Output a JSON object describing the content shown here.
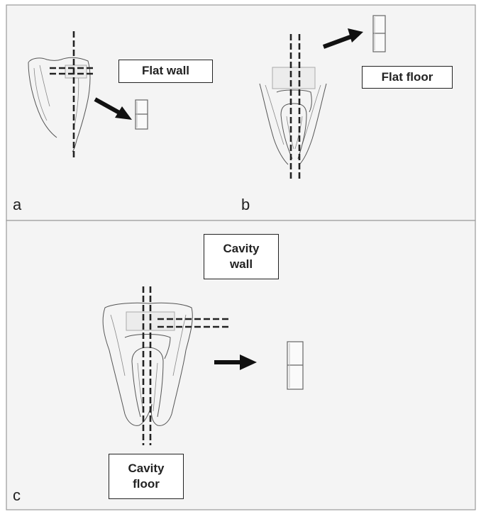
{
  "panels": {
    "a": {
      "letter": "a",
      "label": "Flat wall"
    },
    "b": {
      "letter": "b",
      "label": "Flat floor"
    },
    "c": {
      "letter": "c",
      "label_wall": "Cavity\nwall",
      "label_floor": "Cavity\nfloor"
    }
  },
  "colors": {
    "line": "#222222",
    "panel_bg": "#f4f4f4",
    "border": "#9a9a9a"
  },
  "icons": {
    "arrow": "arrow-icon",
    "specimen": "specimen-bar-icon"
  }
}
